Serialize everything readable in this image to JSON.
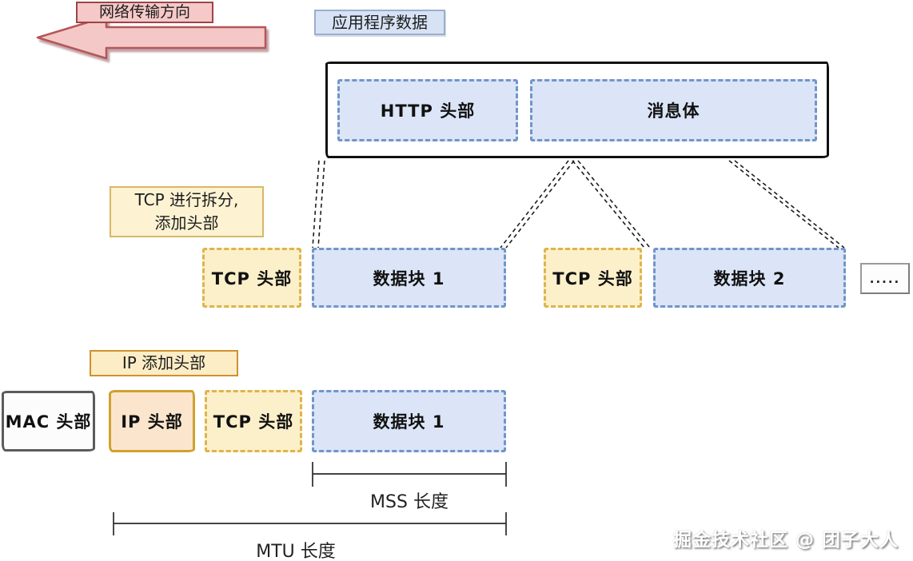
{
  "colors": {
    "blue_fill": "#dbe5f7",
    "blue_border": "#7295c7",
    "yellow_fill": "#fcf0ca",
    "yellow_border": "#deb44c",
    "orange_fill": "#fbe6cd",
    "orange_border": "#cfa12f",
    "gray_border": "#5b5b5b",
    "pink_fill": "#f5c9c8",
    "pink_border": "#9e4446",
    "label_blue_fill": "#d7e3f5"
  },
  "header": {
    "direction_label": "网络传输方向",
    "app_data_label": "应用程序数据"
  },
  "app_box": {
    "http_header": "HTTP 头部",
    "message_body": "消息体"
  },
  "tcp_step": {
    "line1": "TCP 进行拆分,",
    "line2": "添加头部"
  },
  "segments": {
    "tcp1": "TCP 头部",
    "block1": "数据块 1",
    "tcp2": "TCP 头部",
    "block2": "数据块 2",
    "ellipsis": "....."
  },
  "ip_step": {
    "label": "IP 添加头部"
  },
  "frame": {
    "mac": "MAC 头部",
    "ip": "IP 头部",
    "tcp": "TCP 头部",
    "block": "数据块 1"
  },
  "measures": {
    "mss": "MSS 长度",
    "mtu": "MTU 长度"
  },
  "watermark": "掘金技术社区 @ 团子大人"
}
